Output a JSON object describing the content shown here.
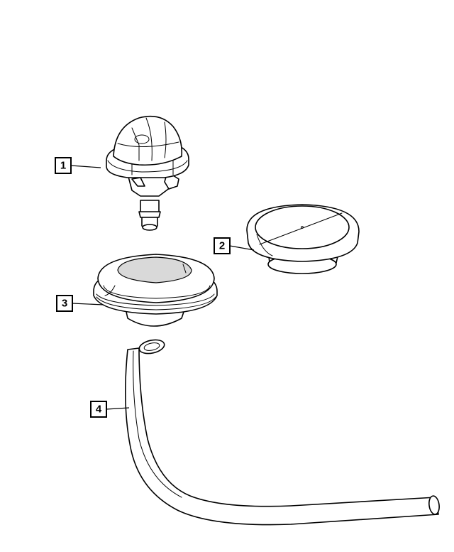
{
  "callouts": [
    {
      "number": "1",
      "part": "washer-nozzle"
    },
    {
      "number": "2",
      "part": "grommet-plug"
    },
    {
      "number": "3",
      "part": "grommet-seal"
    },
    {
      "number": "4",
      "part": "washer-hose"
    }
  ]
}
